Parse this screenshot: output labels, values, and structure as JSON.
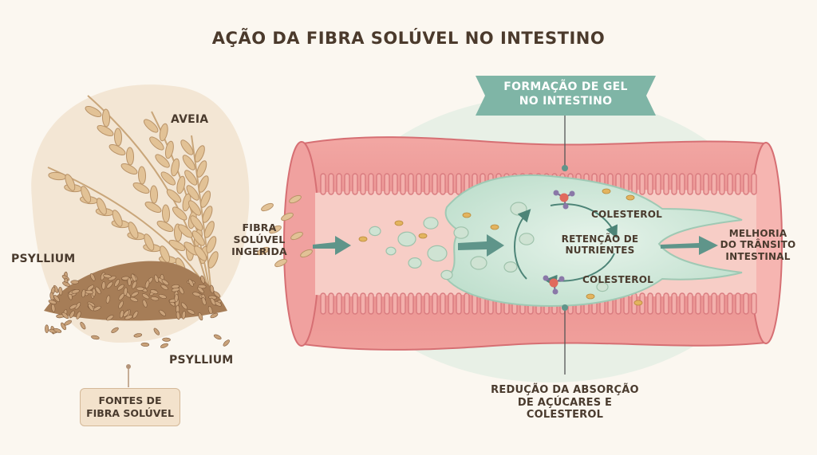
{
  "title": "AÇÃO DA FIBRA SOLÚVEL NO INTESTINO",
  "labels": {
    "aveia": "AVEIA",
    "psyllium_left": "PSYLLIUM",
    "psyllium_bottom": "PSYLLIUM",
    "fontes": [
      "FONTES DE",
      "FIBRA SOLÚVEL"
    ],
    "fibra_ingerida": [
      "FIBRA",
      "SOLÚVEL",
      "INGERIDA"
    ],
    "gel": [
      "FORMAÇÃO DE GEL",
      "NO INTESTINO"
    ],
    "colesterol_top": "COLESTEROL",
    "colesterol_bottom": "COLESTEROL",
    "retencao": [
      "RETENÇÃO DE",
      "NUTRIENTES"
    ],
    "melhoria": [
      "MELHORIA",
      "DO TRÂNSITO",
      "INTESTINAL"
    ],
    "reducao": [
      "REDUÇÃO DA ABSORÇÃO",
      "DE AÇÚCARES E",
      "COLESTEROL"
    ]
  },
  "colors": {
    "intestine_outer": "#e9878a",
    "intestine_inner": "#f6c2bb",
    "gel": "#cfe6d8",
    "arrow": "#5f958a",
    "banner": "#7fb5a6",
    "text": "#4a3b2e"
  }
}
